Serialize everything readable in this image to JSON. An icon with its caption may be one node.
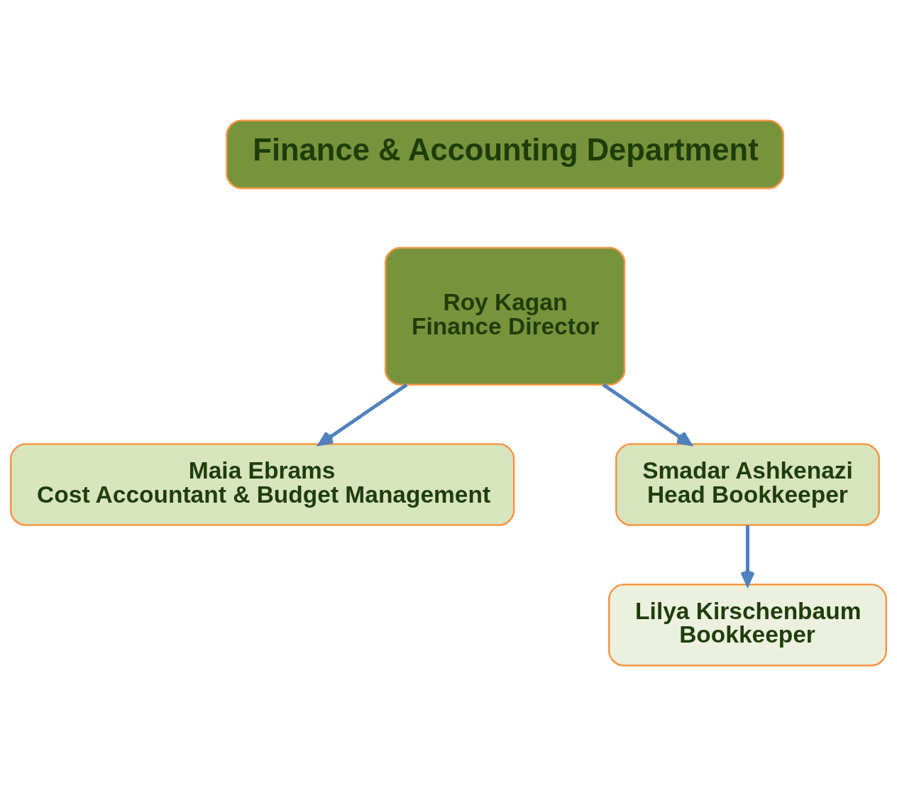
{
  "diagram": {
    "nodes": [
      {
        "text": [
          "Finance & Accounting Department"
        ]
      },
      {
        "text": [
          "Roy Kagan",
          "Finance Director"
        ]
      },
      {
        "text": [
          "Maia Ebrams",
          "Cost Accountant & Budget Management"
        ]
      },
      {
        "text": [
          "Smadar Ashkenazi",
          "Head Bookkeeper"
        ]
      },
      {
        "text": [
          "Lilya Kirschenbaum",
          "Bookkeeper"
        ]
      }
    ],
    "edges": [
      {
        "from": 1,
        "to": 2,
        "arrow": "to"
      },
      {
        "from": 1,
        "to": 3,
        "arrow": "to"
      },
      {
        "from": 3,
        "to": 4,
        "arrow": "to"
      }
    ]
  }
}
